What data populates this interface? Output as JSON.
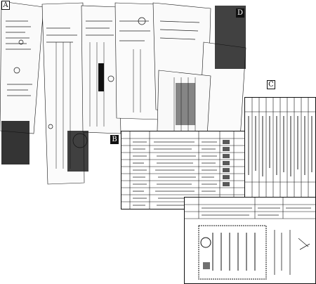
{
  "panel_labels": {
    "a": "A",
    "b": "B",
    "c": "C",
    "d": "D"
  },
  "colors": {
    "ink": "#111111",
    "paper": "#ffffff"
  }
}
